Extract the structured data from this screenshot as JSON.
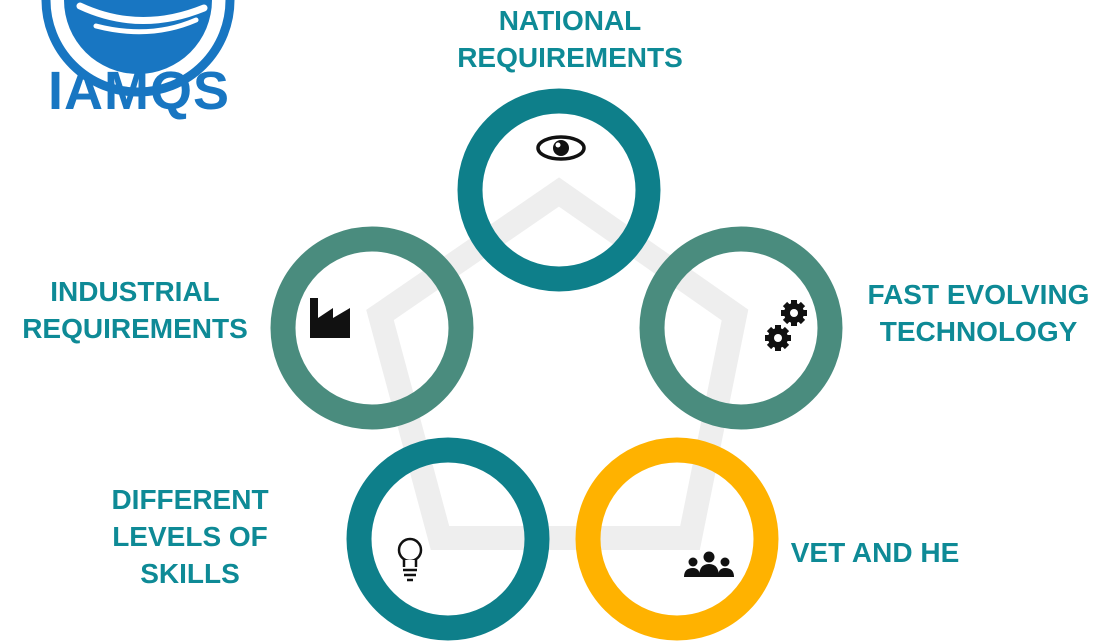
{
  "logo": {
    "text": "IAMQS",
    "color": "#1876c2"
  },
  "diagram": {
    "connector_color": "#eeeeee",
    "nodes": [
      {
        "id": "national",
        "label_lines": [
          "NATIONAL",
          "REQUIREMENTS"
        ],
        "ring_color": "#0e7f8a",
        "icon": "eye-icon"
      },
      {
        "id": "fast-evolving",
        "label_lines": [
          "FAST EVOLVING",
          "TECHNOLOGY"
        ],
        "ring_color": "#4a8c7e",
        "icon": "gears-icon"
      },
      {
        "id": "vet-he",
        "label_lines": [
          "VET AND HE"
        ],
        "ring_color": "#ffb200",
        "icon": "people-icon"
      },
      {
        "id": "skills",
        "label_lines": [
          "DIFFERENT",
          "LEVELS OF",
          "SKILLS"
        ],
        "ring_color": "#0e7f8a",
        "icon": "lightbulb-icon"
      },
      {
        "id": "industrial",
        "label_lines": [
          "INDUSTRIAL",
          "REQUIREMENTS"
        ],
        "ring_color": "#4a8c7e",
        "icon": "factory-icon"
      }
    ]
  }
}
